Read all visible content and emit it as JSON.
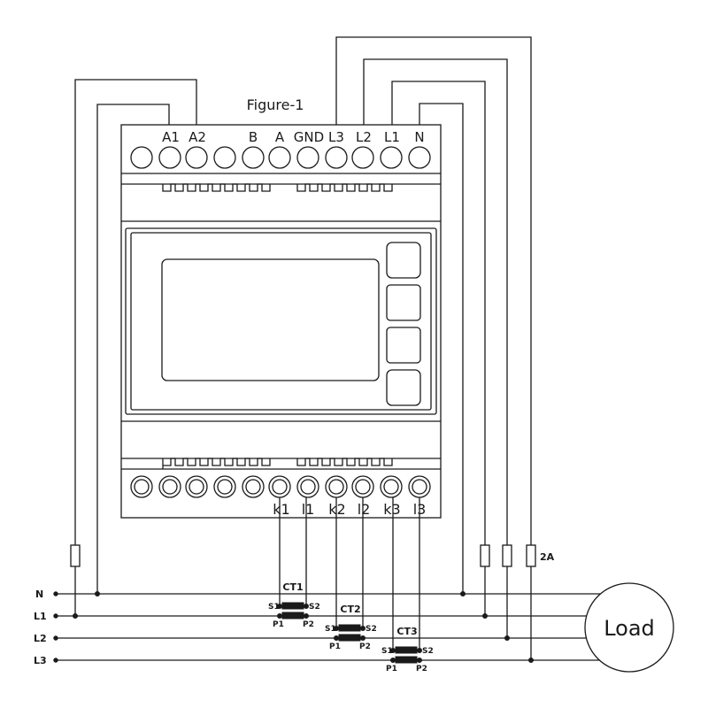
{
  "title": "Figure-1",
  "top_terminals": [
    "A1",
    "A2",
    "B",
    "A",
    "GND",
    "L3",
    "L2",
    "L1",
    "N"
  ],
  "bottom_terminals": [
    "k1",
    "l1",
    "k2",
    "l2",
    "k3",
    "l3"
  ],
  "lines": [
    "N",
    "L1",
    "L2",
    "L3"
  ],
  "current_transformers": [
    {
      "name": "CT1",
      "s1": "S1",
      "s2": "S2",
      "p1": "P1",
      "p2": "P2"
    },
    {
      "name": "CT2",
      "s1": "S1",
      "s2": "S2",
      "p1": "P1",
      "p2": "P2"
    },
    {
      "name": "CT3",
      "s1": "S1",
      "s2": "S2",
      "p1": "P1",
      "p2": "P2"
    }
  ],
  "fuse_rating": "2A",
  "load_label": "Load"
}
